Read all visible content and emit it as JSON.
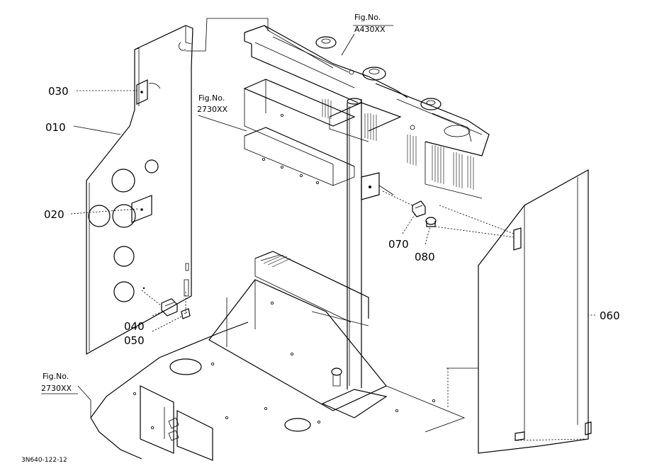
{
  "callouts": {
    "p010": "010",
    "p020": "020",
    "p030": "030",
    "p040": "040",
    "p050": "050",
    "p060": "060",
    "p070": "070",
    "p080": "080"
  },
  "figure_refs": {
    "top": {
      "line1": "Fig.No.",
      "line2": "A430XX"
    },
    "middle": {
      "line1": "Fig.No.",
      "line2": "2730XX"
    },
    "bottom": {
      "line1": "Fig.No.",
      "line2": "2730XX"
    }
  },
  "drawing_code": "3N640-122-12"
}
